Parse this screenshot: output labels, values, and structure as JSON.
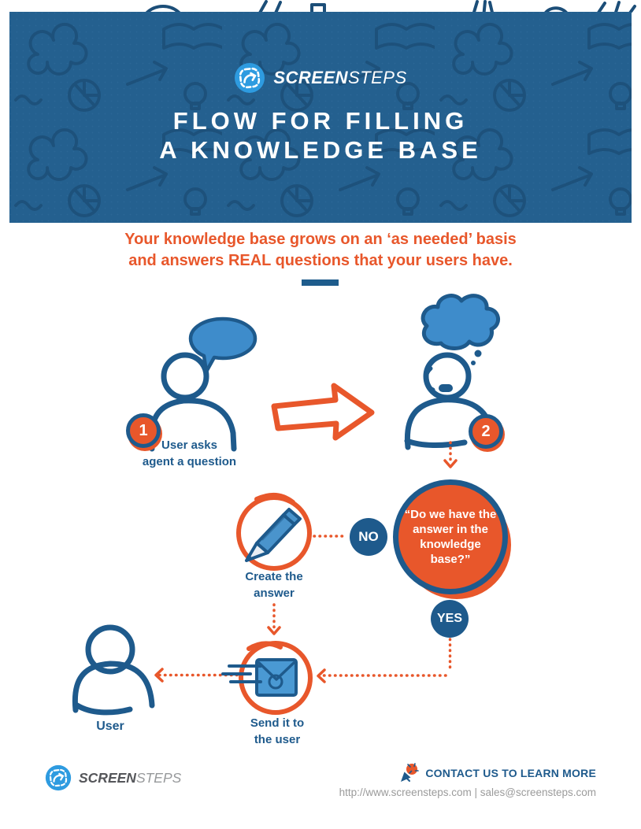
{
  "header": {
    "brand_part1": "SCREEN",
    "brand_part2": "STEPS",
    "title_line1": "FLOW FOR FILLING",
    "title_line2": "A KNOWLEDGE BASE"
  },
  "intro": {
    "line1": "Your knowledge base grows on an ‘as needed’ basis",
    "line2": "and answers REAL questions that your users have."
  },
  "flow": {
    "step1_number": "1",
    "step1_label": "User asks\nagent a question",
    "step2_number": "2",
    "decision_text": "“Do we have the answer in the knowledge base?”",
    "no_label": "NO",
    "yes_label": "YES",
    "create_label": "Create the\nanswer",
    "send_label": "Send it to\nthe user",
    "user_label": "User"
  },
  "footer": {
    "brand_part1": "SCREEN",
    "brand_part2": "STEPS",
    "contact_label": "CONTACT US TO LEARN MORE",
    "links": "http://www.screensteps.com | sales@screensteps.com"
  },
  "colors": {
    "banner_blue": "#24608F",
    "doodle_blue": "#1C4E78",
    "dark_blue": "#1E5A8C",
    "orange": "#E8572B",
    "mid_blue": "#3E8CCB",
    "logo_blue": "#2E9BE0",
    "gray_text": "#9B9B9B"
  }
}
